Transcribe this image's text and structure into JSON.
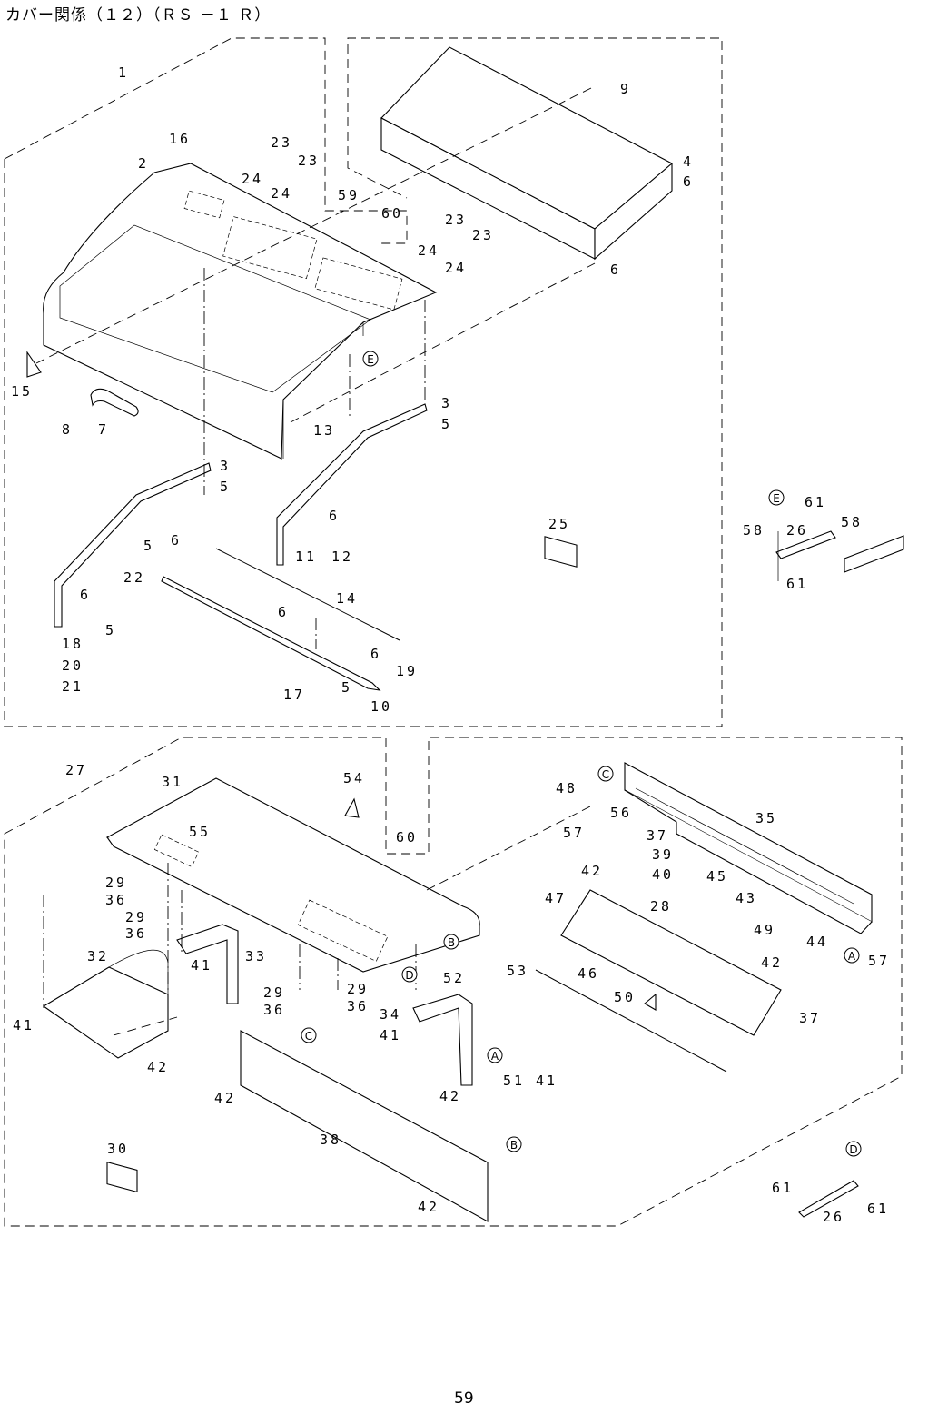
{
  "title": "カバー関係（１２）（ＲＳ －１ Ｒ）",
  "page_number": "59",
  "parts": [
    "1",
    "2",
    "3",
    "4",
    "5",
    "6",
    "7",
    "8",
    "9",
    "10",
    "11",
    "12",
    "13",
    "14",
    "15",
    "16",
    "17",
    "18",
    "19",
    "20",
    "21",
    "22",
    "23",
    "24",
    "25",
    "26",
    "27",
    "28",
    "29",
    "30",
    "31",
    "32",
    "33",
    "34",
    "35",
    "36",
    "37",
    "38",
    "39",
    "40",
    "41",
    "42",
    "43",
    "44",
    "45",
    "46",
    "47",
    "48",
    "49",
    "50",
    "51",
    "52",
    "53",
    "54",
    "55",
    "56",
    "57",
    "58",
    "59",
    "60",
    "61"
  ],
  "reference_marks": [
    "A",
    "B",
    "C",
    "D",
    "E"
  ]
}
